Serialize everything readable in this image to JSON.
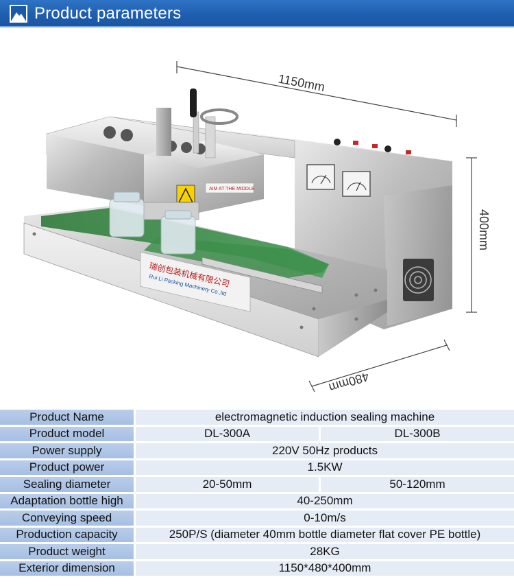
{
  "header": {
    "title": "Product parameters",
    "icon": "mountain-image-icon"
  },
  "dimensions": {
    "length": "1150mm",
    "height": "400mm",
    "depth": "480mm"
  },
  "machine_labels": {
    "aim_label": "AIM AT THE MIDDLE",
    "company_cn": "瑞创包装机械有限公司",
    "company_en": "Rui Li Packing Machinery Co.,ltd"
  },
  "specs": {
    "rows": [
      {
        "label": "Product Name",
        "values": [
          "electromagnetic induction sealing machine"
        ]
      },
      {
        "label": "Product model",
        "values": [
          "DL-300A",
          "DL-300B"
        ]
      },
      {
        "label": "Power supply",
        "values": [
          "220V 50Hz products"
        ]
      },
      {
        "label": "Product power",
        "values": [
          "1.5KW"
        ]
      },
      {
        "label": "Sealing diameter",
        "values": [
          "20-50mm",
          "50-120mm"
        ]
      },
      {
        "label": "Adaptation bottle high",
        "values": [
          "40-250mm"
        ]
      },
      {
        "label": "Conveying speed",
        "values": [
          "0-10m/s"
        ]
      },
      {
        "label": "Production capacity",
        "values": [
          "250P/S (diameter 40mm bottle diameter flat cover PE bottle)"
        ]
      },
      {
        "label": "Product weight",
        "values": [
          "28KG"
        ]
      },
      {
        "label": "Exterior dimension",
        "values": [
          "1150*480*400mm"
        ]
      }
    ]
  }
}
